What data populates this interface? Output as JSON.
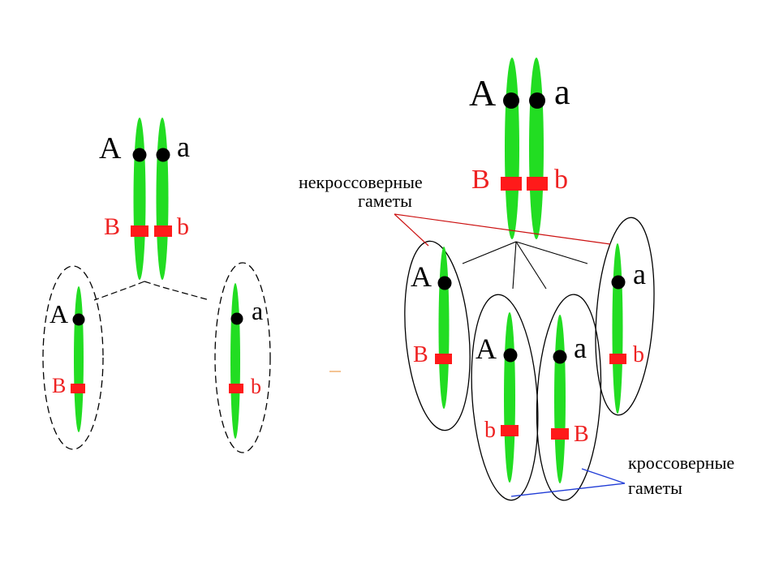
{
  "colors": {
    "chromosome": "#22dd22",
    "gene_marker": "#ff1a1a",
    "centromere": "#000000",
    "red_text": "#ee2222",
    "outline": "#000000",
    "crossover_pointer": "#1f3bd6",
    "noncrossover_pointer": "#cc1111"
  },
  "labels": {
    "allele_A": "A",
    "allele_a": "a",
    "allele_B": "B",
    "allele_b": "b",
    "noncrossover_line1": "некроссоверные",
    "noncrossover_line2": "гаметы",
    "crossover_line1": "кроссоверные",
    "crossover_line2": "гаметы"
  }
}
